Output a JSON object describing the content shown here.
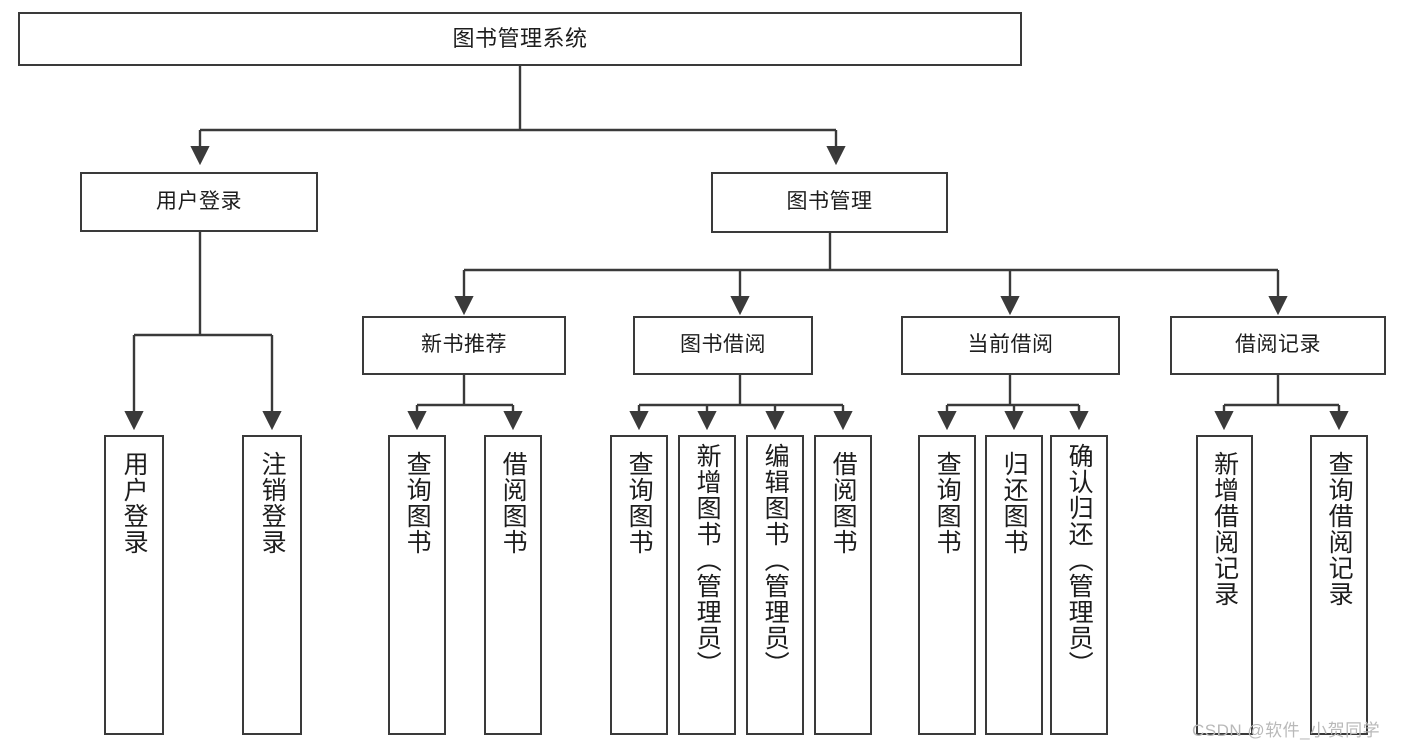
{
  "diagram": {
    "title": "图书管理系统",
    "type": "hierarchy-tree",
    "colors": {
      "box_border": "#3a3a3a",
      "box_fill": "#ffffff",
      "edge": "#3a3a3a",
      "text": "#1d1d1d",
      "watermark": "#b9b9b9",
      "background": "#ffffff"
    },
    "watermark": "CSDN @软件_小贺同学"
  },
  "nodes": {
    "root": {
      "label": "图书管理系统"
    },
    "level2": [
      {
        "label": "用户登录"
      },
      {
        "label": "图书管理"
      }
    ],
    "level3": [
      {
        "label": "新书推荐"
      },
      {
        "label": "图书借阅"
      },
      {
        "label": "当前借阅"
      },
      {
        "label": "借阅记录"
      }
    ],
    "leaves": {
      "user_login": [
        {
          "label": "用户登录"
        },
        {
          "label": "注销登录"
        }
      ],
      "new_book": [
        {
          "label": "查询图书"
        },
        {
          "label": "借阅图书"
        }
      ],
      "book_borrow": [
        {
          "label": "查询图书"
        },
        {
          "label": "新增图书（管理员）"
        },
        {
          "label": "编辑图书（管理员）"
        },
        {
          "label": "借阅图书"
        }
      ],
      "current_borrow": [
        {
          "label": "查询图书"
        },
        {
          "label": "归还图书"
        },
        {
          "label": "确认归还（管理员）"
        }
      ],
      "borrow_record": [
        {
          "label": "新增借阅记录"
        },
        {
          "label": "查询借阅记录"
        }
      ]
    }
  }
}
